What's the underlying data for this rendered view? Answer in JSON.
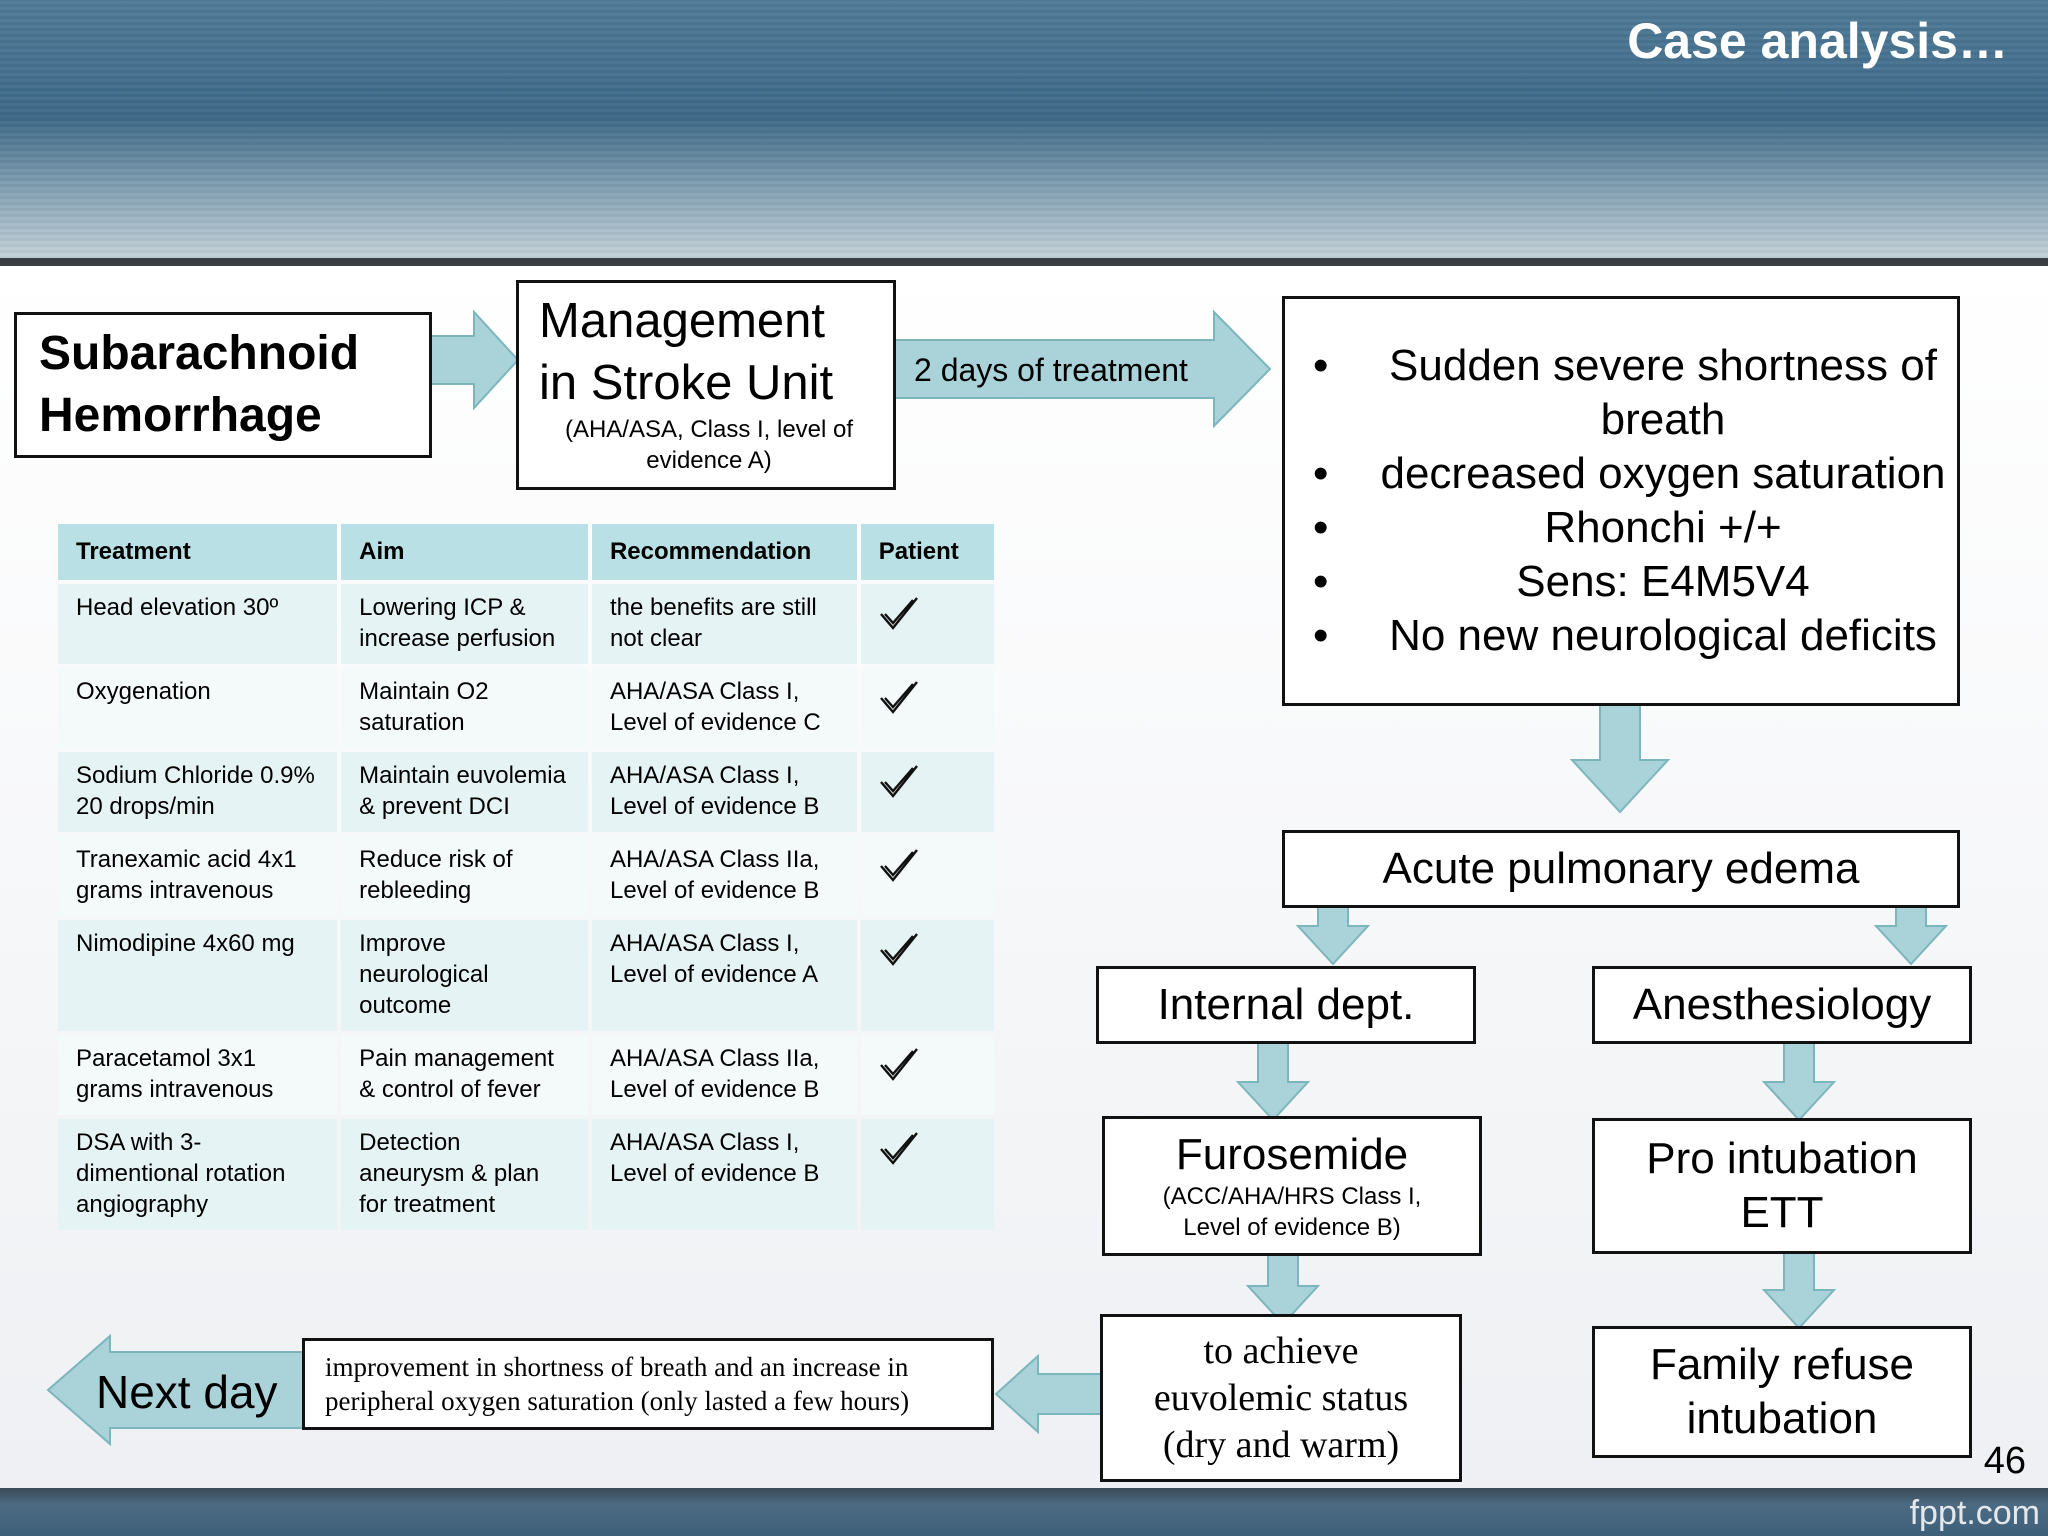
{
  "slide_title": "Case analysis…",
  "page_number": "46",
  "footer_brand": "fppt.com",
  "colors": {
    "arrow_fill": "#a9d3d8",
    "table_header": "#b9e0e4",
    "header_band": "#3d6987"
  },
  "boxes": {
    "sah": "Subarachnoid Hemorrhage",
    "management_title": "Management in Stroke Unit",
    "management_sub": "(AHA/ASA, Class I, level of evidence A)",
    "treatment_duration": "2 days of treatment",
    "symptoms": [
      "Sudden severe shortness of breath",
      "decreased oxygen saturation",
      "Rhonchi +/+",
      "Sens: E4M5V4",
      "No new neurological deficits"
    ],
    "diagnosis": "Acute pulmonary edema",
    "internal": "Internal dept.",
    "anesthesiology": "Anesthesiology",
    "furosemide_title": "Furosemide",
    "furosemide_sub": "(ACC/AHA/HRS Class I, Level of evidence B)",
    "euvolemic": "to achieve euvolemic status (dry and warm)",
    "pro_intubation": "Pro intubation ETT",
    "family_refuse": "Family refuse intubation",
    "improvement": "improvement in shortness of breath and an increase in peripheral oxygen saturation (only lasted a few hours)",
    "next_day": "Next day"
  },
  "table": {
    "headers": [
      "Treatment",
      "Aim",
      "Recommendation",
      "Patient"
    ],
    "rows": [
      {
        "treatment": "Head elevation 30º",
        "aim": "Lowering ICP & increase perfusion",
        "recommendation": "the benefits are still not clear"
      },
      {
        "treatment": "Oxygenation",
        "aim": "Maintain O2 saturation",
        "recommendation": "AHA/ASA Class I, Level of evidence C"
      },
      {
        "treatment": "Sodium Chloride 0.9% 20 drops/min",
        "aim": "Maintain euvolemia & prevent DCI",
        "recommendation": "AHA/ASA Class I, Level of evidence B"
      },
      {
        "treatment": "Tranexamic acid 4x1 grams intravenous",
        "aim": "Reduce risk of rebleeding",
        "recommendation": "AHA/ASA Class IIa, Level of evidence B"
      },
      {
        "treatment": "Nimodipine 4x60 mg",
        "aim": "Improve neurological outcome",
        "recommendation": "AHA/ASA Class I, Level of evidence A"
      },
      {
        "treatment": "Paracetamol 3x1 grams intravenous",
        "aim": "Pain management & control of fever",
        "recommendation": "AHA/ASA Class IIa, Level of evidence B"
      },
      {
        "treatment": "DSA with 3-dimentional rotation angiography",
        "aim": "Detection aneurysm & plan for treatment",
        "recommendation": "AHA/ASA Class I, Level of evidence B"
      }
    ]
  }
}
